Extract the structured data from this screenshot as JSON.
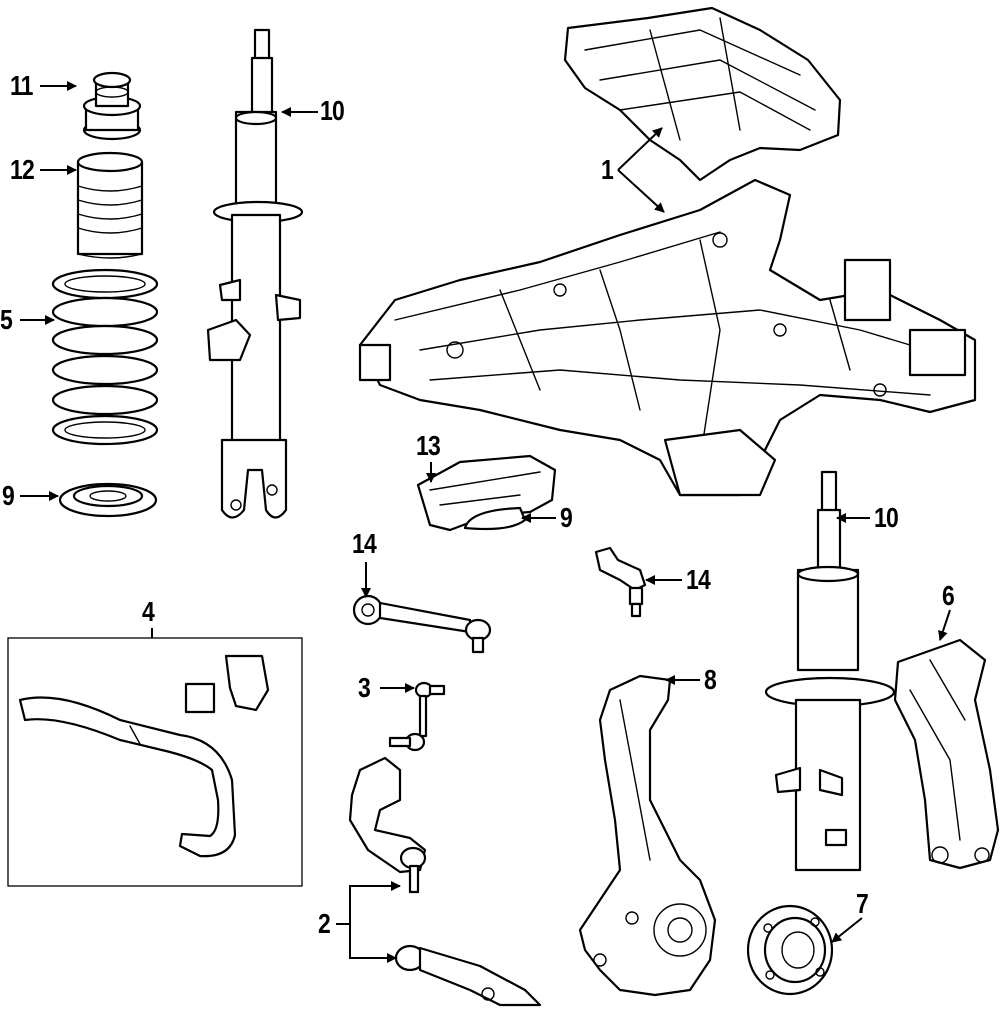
{
  "callouts": {
    "frame": "1",
    "control_arm": "2",
    "stabilizer_link": "3",
    "stabilizer_bar_kit": "4",
    "coil_spring": "5",
    "rear_knuckle_arm": "6",
    "hub_bearing": "7",
    "knuckle": "8",
    "insulator_left": "9",
    "insulator_right": "9",
    "strut_left": "10",
    "strut_right": "10",
    "strut_mount": "11",
    "dust_boot": "12",
    "shield": "13",
    "tie_rod_left": "14",
    "tie_rod_right": "14"
  }
}
